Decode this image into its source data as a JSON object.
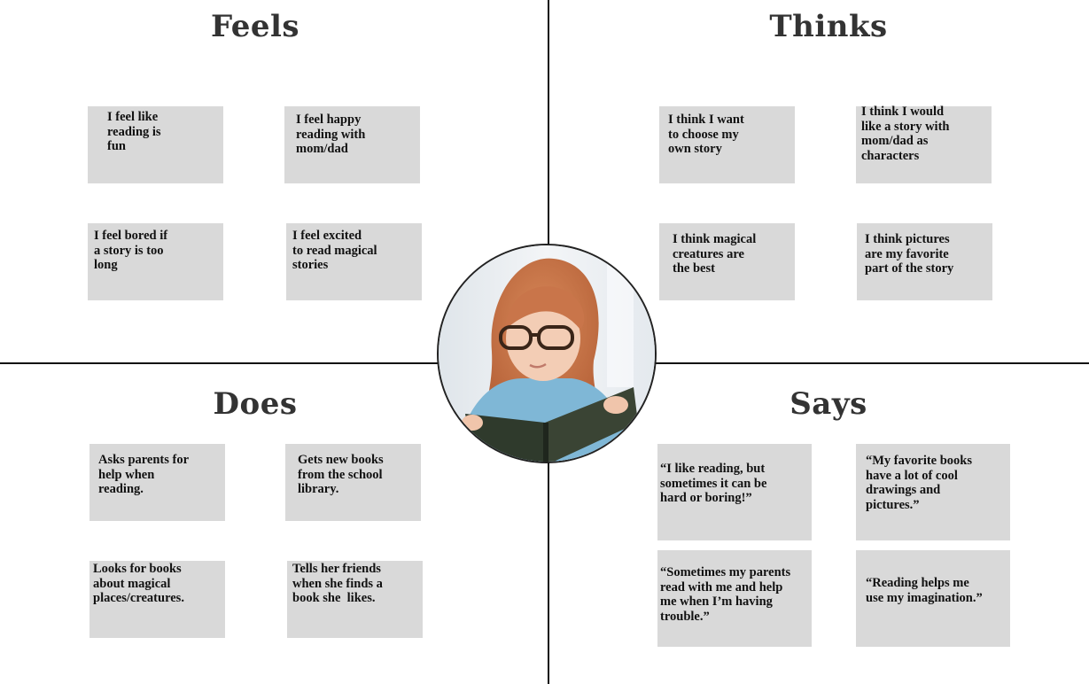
{
  "quadrants": {
    "feels": {
      "title": "Feels",
      "notes": [
        "I feel like\nreading is\nfun",
        "I feel happy\nreading with\nmom/dad",
        "I feel bored if\na story is too\nlong",
        "I feel excited\nto read magical\nstories"
      ]
    },
    "thinks": {
      "title": "Thinks",
      "notes": [
        "I think I want\nto choose my\nown story",
        "I think I would\nlike a story with\nmom/dad as\ncharacters",
        "I think magical\ncreatures are\nthe best",
        "I think pictures\nare my favorite\npart of the story"
      ]
    },
    "does": {
      "title": "Does",
      "notes": [
        "Asks parents for\nhelp when\nreading.",
        "Gets new books\nfrom the school\nlibrary.",
        "Looks for books\nabout magical\nplaces/creatures.",
        "Tells her friends\nwhen she finds a\nbook she  likes."
      ]
    },
    "says": {
      "title": "Says",
      "notes": [
        "“I like reading, but\nsometimes it can be\nhard or boring!”",
        "“My favorite books\nhave a lot of cool\ndrawings and\npictures.”",
        "“Sometimes my parents\nread with me and help\nme when I’m having\ntrouble.”",
        "“Reading helps me\nuse my imagination.”"
      ]
    }
  },
  "colors": {
    "note_background": "#d9d9d9",
    "heading_text": "#333333",
    "divider": "#111111"
  },
  "center_image": "girl-reading-book-photo"
}
